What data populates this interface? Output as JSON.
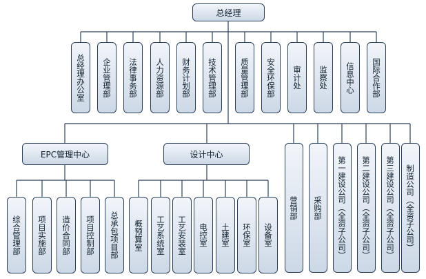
{
  "diagram": {
    "root": "总经理",
    "departments": [
      "总经理办公室",
      "企业管理部",
      "法律事务部",
      "人力资源部",
      "财务计划部",
      "技术管理部",
      "质量管理部",
      "安全环保部",
      "审计处",
      "监察处",
      "信息中心",
      "国际合作部"
    ],
    "epc_center": {
      "name": "EPC管理中心",
      "children": [
        "综合管理部",
        "项目实施部",
        "造价合同部",
        "项目控制部",
        "总承包项目部"
      ]
    },
    "design_center": {
      "name": "设计中心",
      "children": [
        "概预算室",
        "工艺系统室",
        "工艺安装室",
        "电控室",
        "土建室",
        "环保室",
        "设备室"
      ]
    },
    "other_units": [
      "营销部",
      "采购部",
      "第一建设公司（全资子公司）",
      "第二建设公司（全资子公司）",
      "第三建设公司（全资子公司）",
      "制造公司（全资子公司）"
    ]
  },
  "colors": {
    "line": "#2b3f57",
    "box_top": "#f2f5fa",
    "box_bottom": "#cdd8e6"
  }
}
